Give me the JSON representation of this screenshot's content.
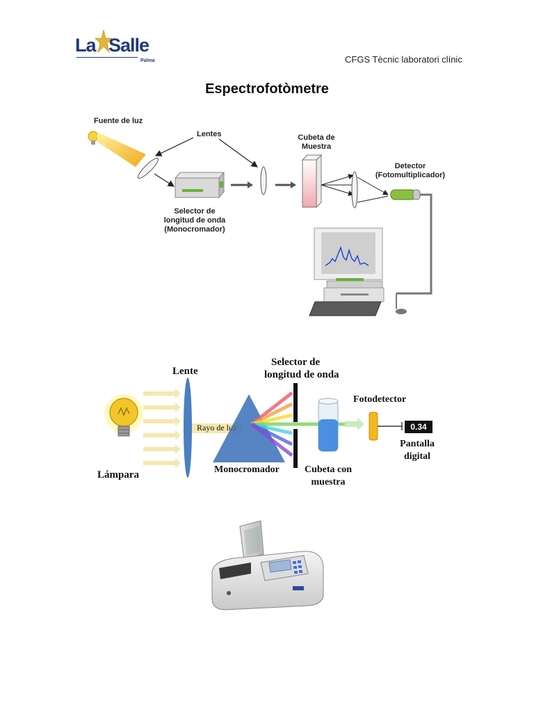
{
  "header": {
    "logo_la": "La",
    "logo_salle": "Salle",
    "logo_sub": "Palma",
    "course": "CFGS Tècnic laboratori clínic"
  },
  "title": "Espectrofotòmetre",
  "diagram1": {
    "light_source": "Fuente de luz",
    "lenses": "Lentes",
    "cuvette_line1": "Cubeta de",
    "cuvette_line2": "Muestra",
    "detector_line1": "Detector",
    "detector_line2": "(Fotomultiplicador)",
    "selector_line1": "Selector de",
    "selector_line2": "longitud de onda",
    "selector_line3": "(Monocromador)"
  },
  "diagram2": {
    "lens": "Lente",
    "selector_line1": "Selector de",
    "selector_line2": "longitud de onda",
    "photodetector": "Fotodetector",
    "ray": "Rayo de luz",
    "display_value": "0.34",
    "display_line1": "Pantalla",
    "display_line2": "digital",
    "lamp": "Lámpara",
    "monochromator": "Monocromador",
    "cuvette_line1": "Cubeta con",
    "cuvette_line2": "muestra"
  },
  "colors": {
    "brand_blue": "#1f3a78",
    "star_gold": "#e0b53a",
    "lens_blue": "#4a7fc1",
    "prism_blue": "#3a6fb8",
    "detector_yellow": "#f2b81e"
  }
}
